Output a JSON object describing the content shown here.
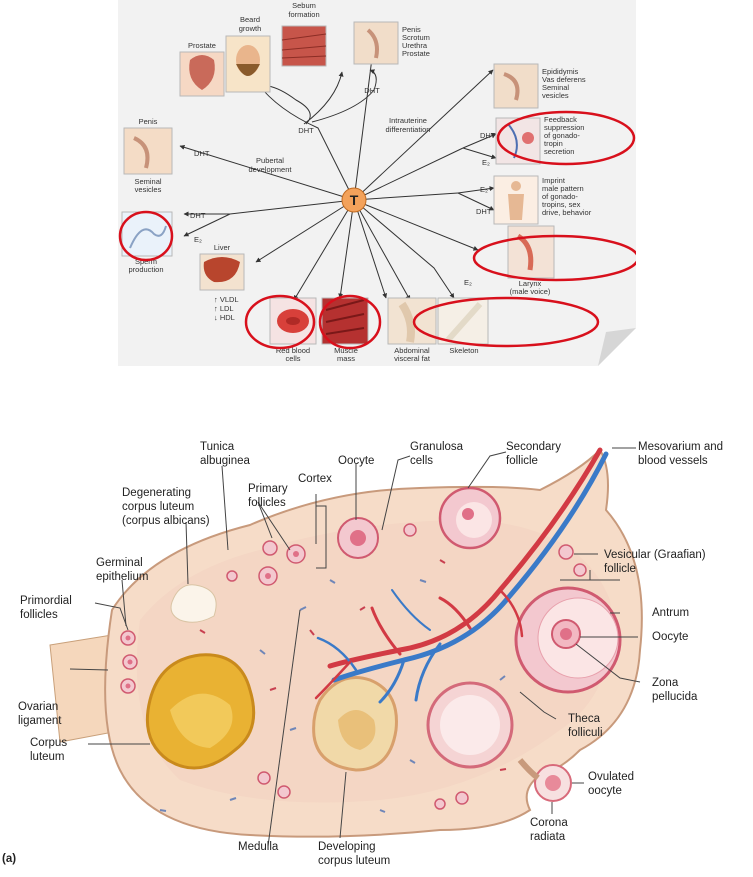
{
  "top": {
    "center_label": "T",
    "dht": "DHT",
    "e2": "E₂",
    "sebum": [
      "Sebum",
      "formation"
    ],
    "beard": [
      "Beard",
      "growth"
    ],
    "prostate": "Prostate",
    "penis_scrotum": [
      "Penis",
      "Scrotum",
      "Urethra",
      "Prostate"
    ],
    "epididymis": [
      "Epididymis",
      "Vas deferens",
      "Seminal",
      "vesicles"
    ],
    "intrauterine": [
      "Intrauterine",
      "differentiation"
    ],
    "penis_left": "Penis",
    "seminal_left": [
      "Seminal",
      "vesicles"
    ],
    "pubertal": [
      "Pubertal",
      "development"
    ],
    "feedback": [
      "Feedback",
      "suppression",
      "of gonado-",
      "tropin",
      "secretion"
    ],
    "imprint": [
      "Imprint",
      "male pattern",
      "of gonado-",
      "tropins, sex",
      "drive, behavior"
    ],
    "sperm": [
      "Sperm",
      "production"
    ],
    "liver": "Liver",
    "lipids": [
      "↑ VLDL",
      "↑ LDL",
      "↓ HDL"
    ],
    "larynx": [
      "Larynx",
      "(male voice)"
    ],
    "rbc": [
      "Red blood",
      "cells"
    ],
    "muscle": [
      "Muscle",
      "mass"
    ],
    "abdominal": [
      "Abdominal",
      "visceral fat"
    ],
    "skeleton": "Skeleton"
  },
  "bottom": {
    "tunica": [
      "Tunica",
      "albuginea"
    ],
    "oocyte_top": "Oocyte",
    "granulosa": [
      "Granulosa",
      "cells"
    ],
    "secondary": [
      "Secondary",
      "follicle"
    ],
    "mesovarium": [
      "Mesovarium and",
      "blood vessels"
    ],
    "cortex": "Cortex",
    "degenerating": [
      "Degenerating",
      "corpus luteum",
      "(corpus albicans)"
    ],
    "primary": [
      "Primary",
      "follicles"
    ],
    "germinal": [
      "Germinal",
      "epithelium"
    ],
    "vesicular": [
      "Vesicular (Graafian)",
      "follicle"
    ],
    "primordial": [
      "Primordial",
      "follicles"
    ],
    "antrum": "Antrum",
    "oocyte_right": "Oocyte",
    "zona": [
      "Zona",
      "pellucida"
    ],
    "ovarian_ligament": [
      "Ovarian",
      "ligament"
    ],
    "theca": [
      "Theca",
      "folliculi"
    ],
    "corpus_luteum": [
      "Corpus",
      "luteum"
    ],
    "ovulated": [
      "Ovulated",
      "oocyte"
    ],
    "corona": [
      "Corona",
      "radiata"
    ],
    "medulla": "Medulla",
    "developing": [
      "Developing",
      "corpus luteum"
    ],
    "panel_label": "(a)"
  }
}
